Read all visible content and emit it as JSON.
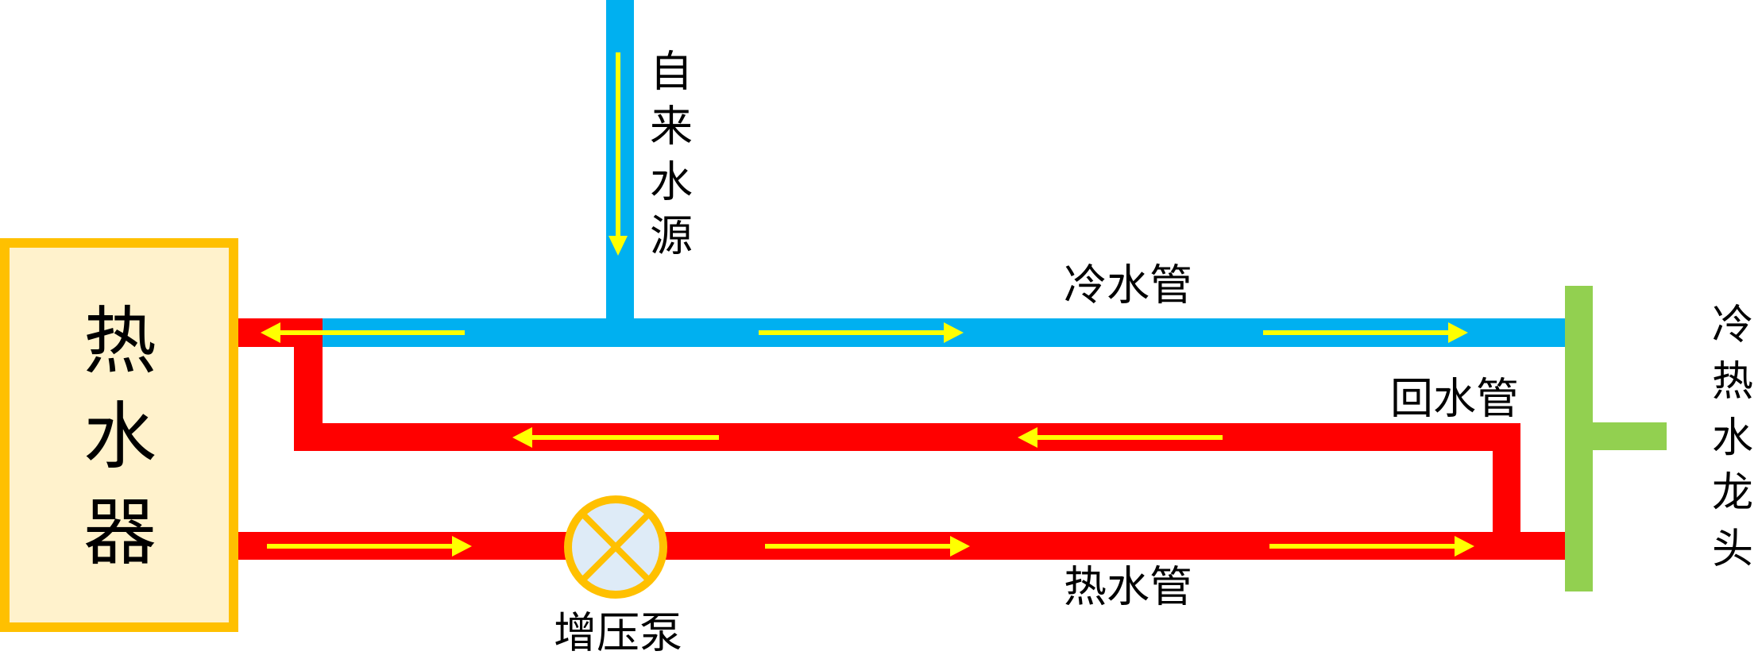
{
  "heater": {
    "label_chars": [
      "热",
      "水",
      "器"
    ]
  },
  "source": {
    "label_chars": [
      "自",
      "来",
      "水",
      "源"
    ]
  },
  "pipes": {
    "cold": "冷水管",
    "return": "回水管",
    "hot": "热水管"
  },
  "pump": {
    "label": "增压泵"
  },
  "faucet": {
    "label_chars": [
      "冷",
      "热",
      "水",
      "龙",
      "头"
    ]
  },
  "colors": {
    "cold_pipe": "#00B0F0",
    "hot_pipe": "#FF0000",
    "faucet": "#92D050",
    "arrow": "#FFFF00",
    "heater_fill": "#FFF2CC",
    "heater_border": "#FFC000",
    "pump_fill": "#DEEBF7"
  }
}
